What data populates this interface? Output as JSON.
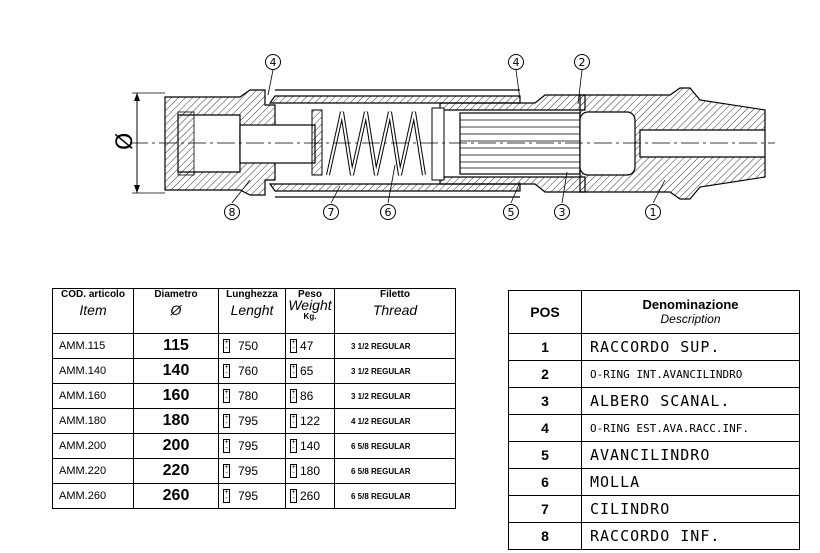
{
  "drawing": {
    "diameter_symbol": "Ø",
    "callouts": [
      "4",
      "4",
      "2",
      "8",
      "7",
      "6",
      "5",
      "3",
      "1"
    ]
  },
  "spec_table": {
    "headers": {
      "item": {
        "main": "COD. articolo",
        "sub": "Item"
      },
      "diameter": {
        "main": "Diametro",
        "sub": "Ø"
      },
      "length": {
        "main": "Lunghezza",
        "sub": "Lenght"
      },
      "weight": {
        "main": "Peso",
        "sub": "Weight",
        "unit": "Kg."
      },
      "thread": {
        "main": "Filetto",
        "sub": "Thread"
      }
    },
    "pm": {
      "plus": "+",
      "minus": "-"
    },
    "rows": [
      {
        "item": "AMM.115",
        "diameter": "115",
        "length": "750",
        "weight": "47",
        "thread": "3 1/2 REGULAR"
      },
      {
        "item": "AMM.140",
        "diameter": "140",
        "length": "760",
        "weight": "65",
        "thread": "3 1/2 REGULAR"
      },
      {
        "item": "AMM.160",
        "diameter": "160",
        "length": "780",
        "weight": "86",
        "thread": "3 1/2 REGULAR"
      },
      {
        "item": "AMM.180",
        "diameter": "180",
        "length": "795",
        "weight": "122",
        "thread": "4 1/2 REGULAR"
      },
      {
        "item": "AMM.200",
        "diameter": "200",
        "length": "795",
        "weight": "140",
        "thread": "6 5/8 REGULAR"
      },
      {
        "item": "AMM.220",
        "diameter": "220",
        "length": "795",
        "weight": "180",
        "thread": "6 5/8 REGULAR"
      },
      {
        "item": "AMM.260",
        "diameter": "260",
        "length": "795",
        "weight": "260",
        "thread": "6 5/8 REGULAR"
      }
    ]
  },
  "desc_table": {
    "headers": {
      "pos": "POS",
      "main": "Denominazione",
      "sub": "Description"
    },
    "rows": [
      {
        "pos": "1",
        "name": "RACCORDO SUP."
      },
      {
        "pos": "2",
        "name": "O-RING INT.AVANCILINDRO"
      },
      {
        "pos": "3",
        "name": "ALBERO SCANAL."
      },
      {
        "pos": "4",
        "name": "O-RING EST.AVA.RACC.INF."
      },
      {
        "pos": "5",
        "name": "AVANCILINDRO"
      },
      {
        "pos": "6",
        "name": "MOLLA"
      },
      {
        "pos": "7",
        "name": "CILINDRO"
      },
      {
        "pos": "8",
        "name": "RACCORDO INF."
      }
    ]
  }
}
